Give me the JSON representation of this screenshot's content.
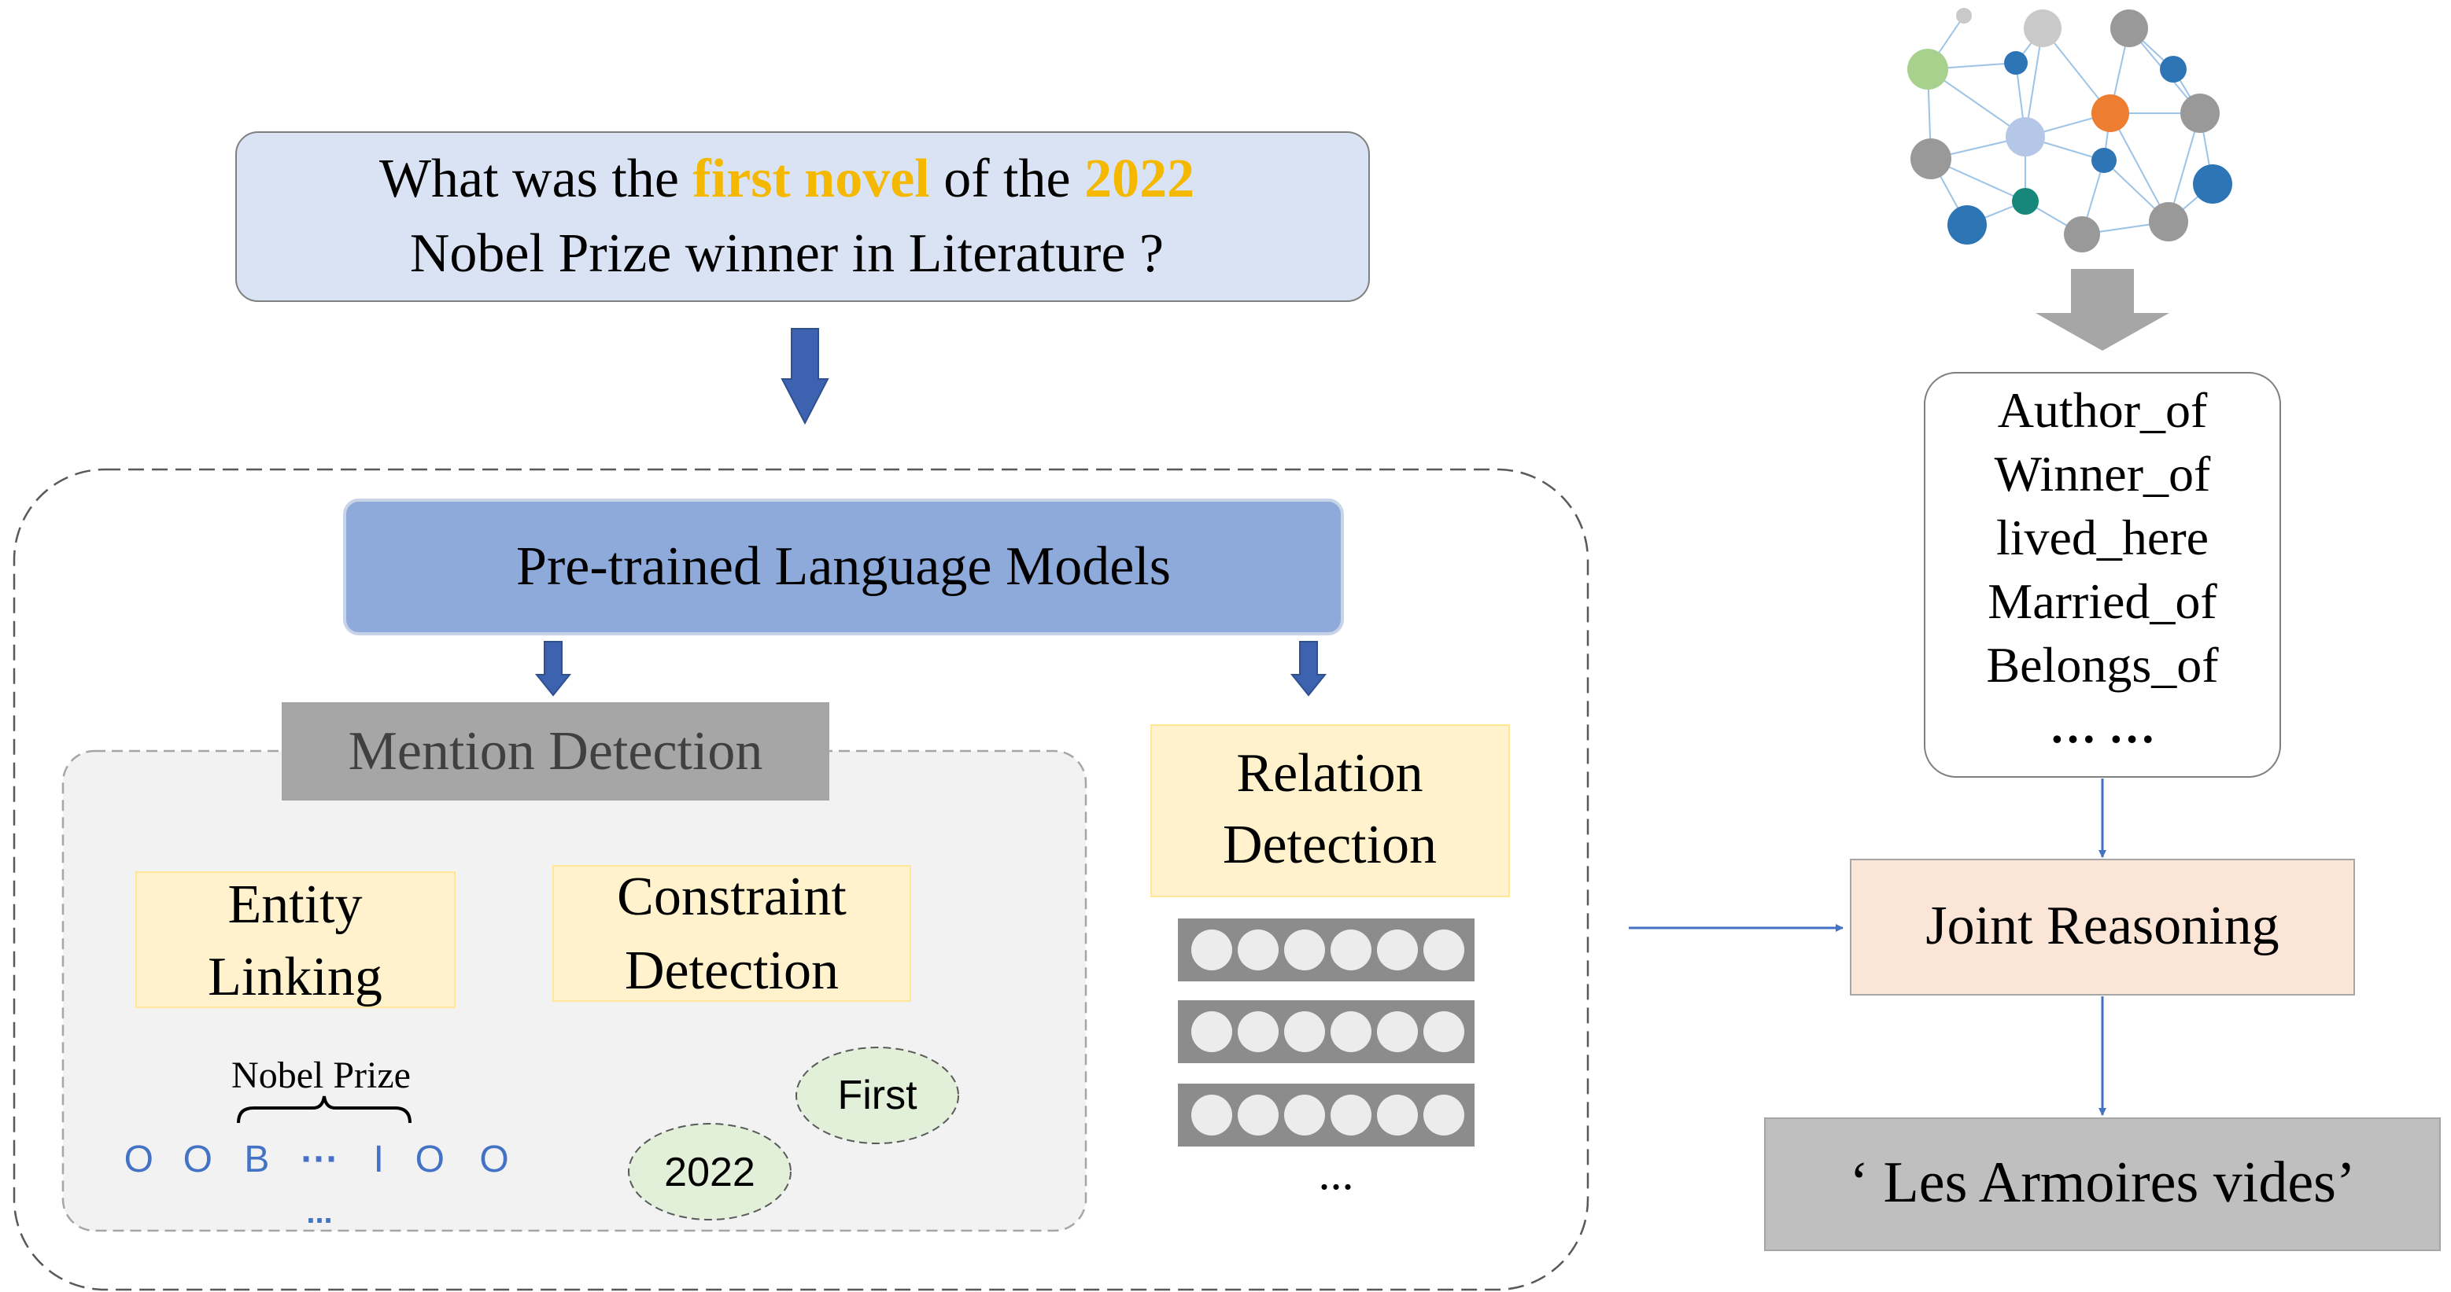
{
  "question": {
    "line1": [
      {
        "text": "What was the ",
        "highlight": false
      },
      {
        "text": "first novel",
        "highlight": true
      },
      {
        "text": " of the ",
        "highlight": false
      },
      {
        "text": "2022",
        "highlight": true
      }
    ],
    "line2": "Nobel Prize winner in Literature ?"
  },
  "plm": {
    "label": "Pre-trained Language Models"
  },
  "mention_detection": {
    "label": "Mention Detection"
  },
  "entity_linking": {
    "line1": "Entity",
    "line2": "Linking"
  },
  "constraint_detection": {
    "line1": "Constraint",
    "line2": "Detection"
  },
  "tagging": {
    "brace_label": "Nobel Prize",
    "tags": [
      "O",
      "O",
      "B",
      "···",
      "I",
      "O",
      "O"
    ],
    "ellipsis": "..."
  },
  "constraints": {
    "first": "First",
    "year": "2022"
  },
  "relation_detection": {
    "line1": "Relation",
    "line2": "Detection",
    "ellipsis": "..."
  },
  "relations": {
    "items": [
      "Author_of",
      "Winner_of",
      "lived_here",
      "Married_of",
      "Belongs_of"
    ],
    "ellipsis": "… …"
  },
  "joint_reasoning": {
    "label": "Joint Reasoning"
  },
  "answer": {
    "label": "‘ Les Armoires vides’"
  },
  "colors": {
    "highlight": "#f5b800",
    "arrow_blue": "#3d63b0",
    "question_fill": "#dae3f3",
    "plm_fill": "#8eaadb",
    "yellow_fill": "#fff2cc",
    "joint_fill": "#fbe5d6",
    "answer_fill": "#bfbfbf",
    "ellipse_fill": "#e2f0d9",
    "kg_colors": [
      "#a9d18e",
      "#c9c9c9",
      "#999999",
      "#2e75b6",
      "#ed7d31",
      "#b4c7e7",
      "#16877a"
    ]
  }
}
